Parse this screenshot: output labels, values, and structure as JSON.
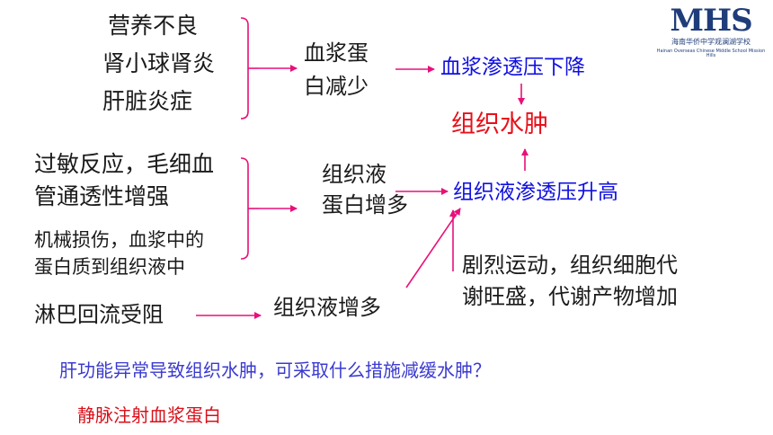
{
  "logo": {
    "mark": "MHS",
    "chinese": "海南华侨中学观澜湖学校",
    "english": "Hainan Overseas Chinese Middle School Mission Hills"
  },
  "causes_group1": [
    "营养不良",
    "肾小球肾炎",
    "肝脏炎症"
  ],
  "plasma_protein_low": [
    "血浆蛋",
    "白减少"
  ],
  "plasma_osmotic_down": "血浆渗透压下降",
  "tissue_edema": "组织水肿",
  "causes_group2": {
    "allergy": [
      "过敏反应，毛细血",
      "管通透性增强"
    ],
    "injury": [
      "机械损伤，血浆中的",
      "蛋白质到组织液中"
    ]
  },
  "tissue_protein_up": [
    "组织液",
    "蛋白增多"
  ],
  "tissue_osmotic_up": "组织液渗透压升高",
  "exercise": [
    "剧烈运动，组织细胞代",
    "谢旺盛，代谢产物增加"
  ],
  "lymph_blocked": "淋巴回流受阻",
  "tissue_fluid_up": "组织液增多",
  "question": "肝功能异常导致组织水肿，可采取什么措施减缓水肿？",
  "answer": "静脉注射血浆蛋白",
  "colors": {
    "arrow": "#e8107a",
    "blue_text": "#1010e0",
    "red_text": "#e8101a",
    "question_text": "#3a3ad0",
    "logo": "#1f3d7a"
  }
}
